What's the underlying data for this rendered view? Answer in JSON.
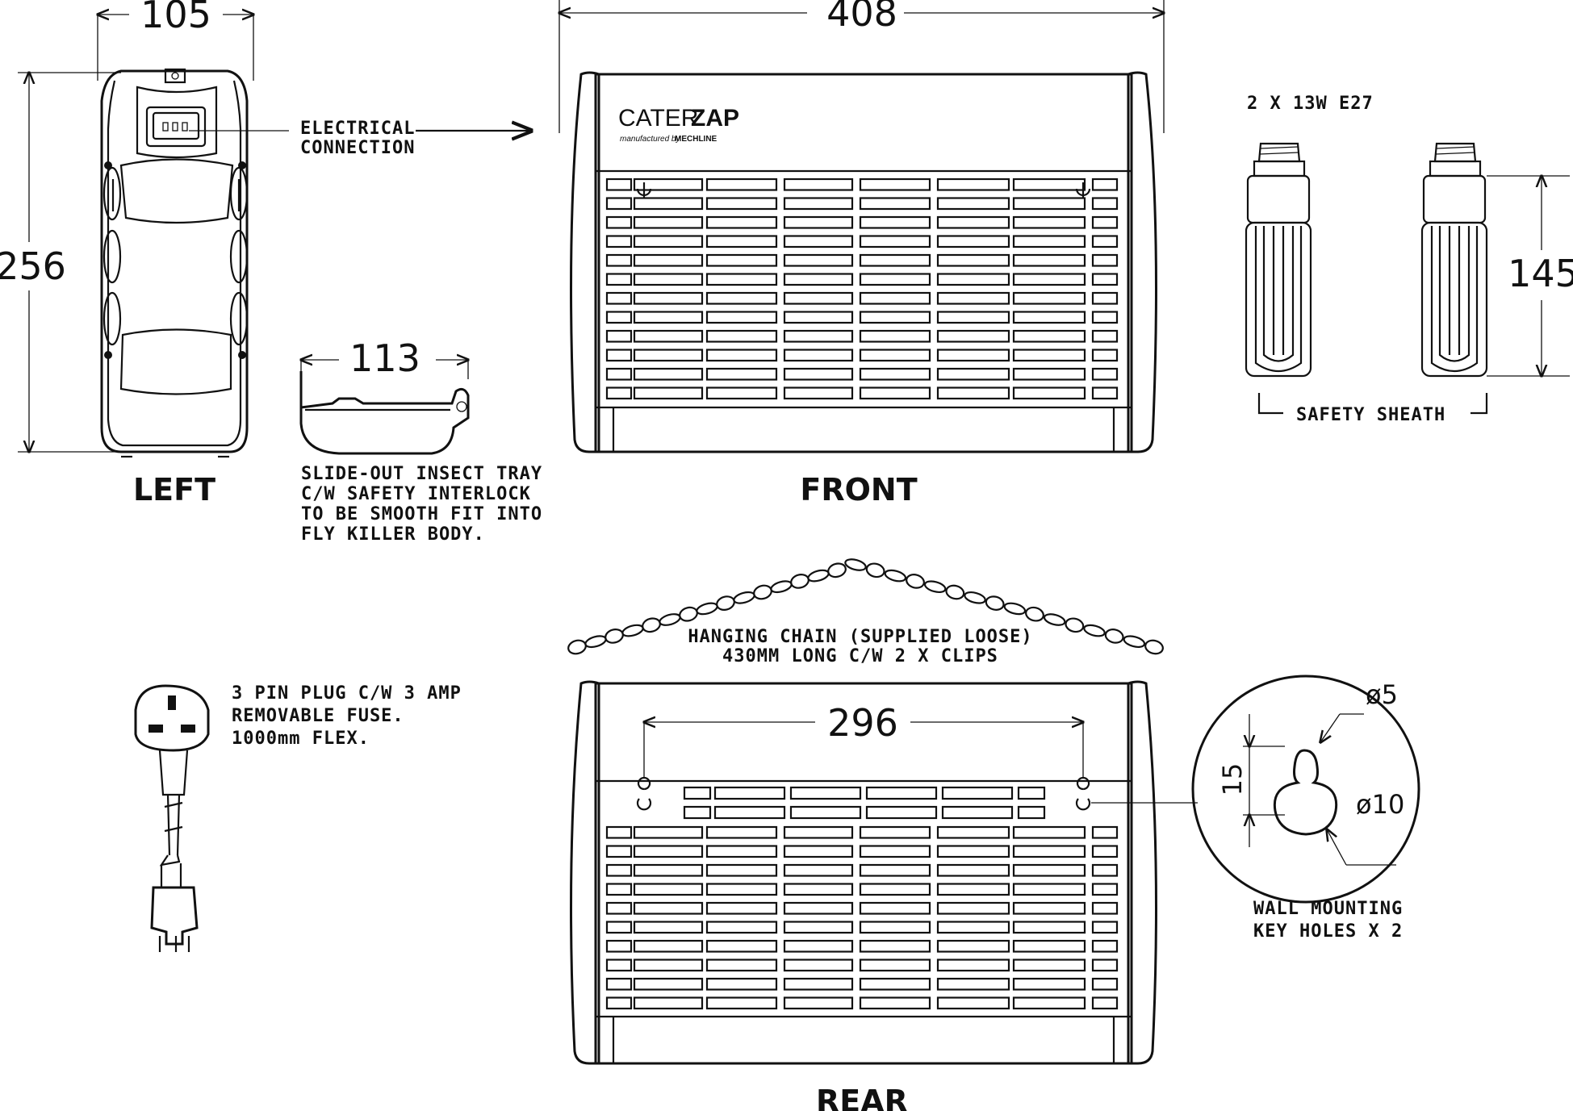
{
  "dimensions": {
    "width_left": "105",
    "height_left": "256",
    "width_front": "408",
    "tray_width": "113",
    "lamp_height": "145",
    "keyhole_spacing": "296",
    "keyhole_small": "ø5",
    "keyhole_large": "ø10",
    "keyhole_length": "15"
  },
  "views": {
    "left": "LEFT",
    "front": "FRONT",
    "rear": "REAR"
  },
  "notes": {
    "electrical": [
      "ELECTRICAL",
      "CONNECTION"
    ],
    "tray": [
      "SLIDE-OUT INSECT TRAY",
      "C/W SAFETY INTERLOCK",
      "TO BE SMOOTH FIT INTO",
      "FLY KILLER BODY."
    ],
    "lamps": "2 X 13W E27",
    "sheath": "SAFETY SHEATH",
    "chain": [
      "HANGING CHAIN (SUPPLIED LOOSE)",
      "430MM LONG C/W 2 X CLIPS"
    ],
    "plug": [
      "3 PIN PLUG C/W 3 AMP",
      "REMOVABLE FUSE.",
      "1000mm FLEX."
    ],
    "wall": [
      "WALL MOUNTING",
      "KEY HOLES X 2"
    ]
  },
  "brand": {
    "name_light": "CATER",
    "name_bold": "ZAP",
    "tagline": "manufactured by",
    "maker": "MECHLINE"
  }
}
